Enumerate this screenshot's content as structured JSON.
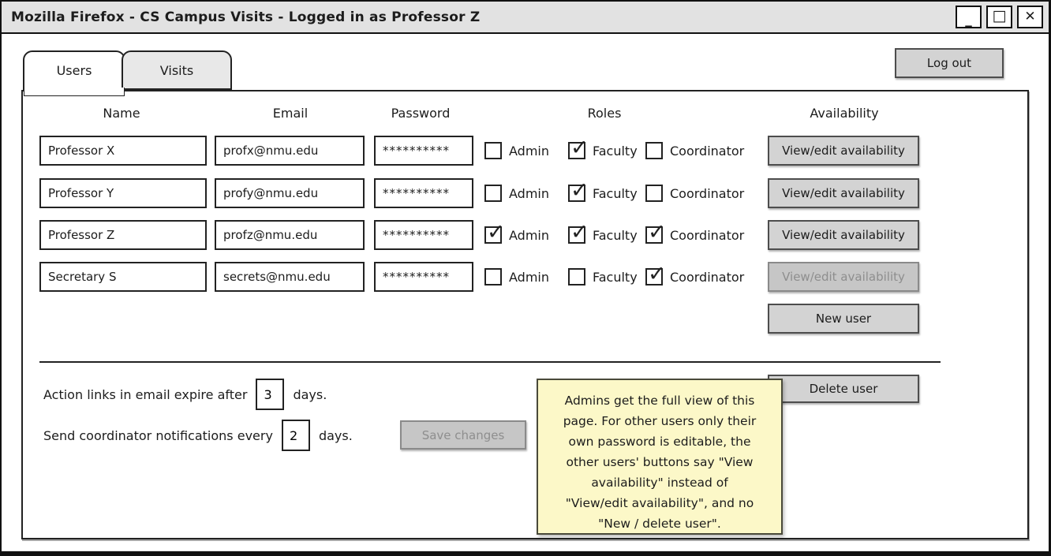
{
  "window": {
    "title": "Mozilla Firefox - CS Campus Visits - Logged in as Professor Z",
    "controls": {
      "minimize": "_",
      "maximize": "□",
      "close": "✕"
    }
  },
  "tabs": [
    {
      "label": "Users",
      "active": true
    },
    {
      "label": "Visits",
      "active": false
    }
  ],
  "logout_label": "Log out",
  "table": {
    "headers": {
      "name": "Name",
      "email": "Email",
      "password": "Password",
      "roles": "Roles",
      "availability": "Availability"
    },
    "role_labels": {
      "admin": "Admin",
      "faculty": "Faculty",
      "coordinator": "Coordinator"
    },
    "availability_button_label": "View/edit availability",
    "users": [
      {
        "name": "Professor X",
        "email": "profx@nmu.edu",
        "password": "**********",
        "roles": {
          "admin": false,
          "faculty": true,
          "coordinator": false
        },
        "availability_enabled": true
      },
      {
        "name": "Professor Y",
        "email": "profy@nmu.edu",
        "password": "**********",
        "roles": {
          "admin": false,
          "faculty": true,
          "coordinator": false
        },
        "availability_enabled": true
      },
      {
        "name": "Professor Z",
        "email": "profz@nmu.edu",
        "password": "**********",
        "roles": {
          "admin": true,
          "faculty": true,
          "coordinator": true
        },
        "availability_enabled": true
      },
      {
        "name": "Secretary S",
        "email": "secrets@nmu.edu",
        "password": "**********",
        "roles": {
          "admin": false,
          "faculty": false,
          "coordinator": true
        },
        "availability_enabled": false
      }
    ]
  },
  "buttons": {
    "new_user": "New user",
    "delete_user": "Delete user",
    "save_changes": "Save changes",
    "save_changes_enabled": false
  },
  "settings": {
    "expire_text_before": "Action links in email expire after",
    "expire_value": "3",
    "expire_text_after": "days.",
    "notify_text_before": "Send coordinator notifications every",
    "notify_value": "2",
    "notify_text_after": "days."
  },
  "note": {
    "lines": [
      "Admins get the full view of this",
      "page. For other users only their",
      "own password is editable, the",
      "other users' buttons say \"View",
      "availability\" instead of",
      "\"View/edit availability\", and no",
      "\"New / delete user\"."
    ]
  },
  "colors": {
    "titlebar_bg": "#e2e2e2",
    "button_bg": "#d3d3d3",
    "button_disabled_bg": "#c6c6c6",
    "button_disabled_text": "#8e8e8e",
    "tab_inactive_bg": "#e8e8e8",
    "note_bg": "#fcf8c8",
    "border": "#222222"
  }
}
